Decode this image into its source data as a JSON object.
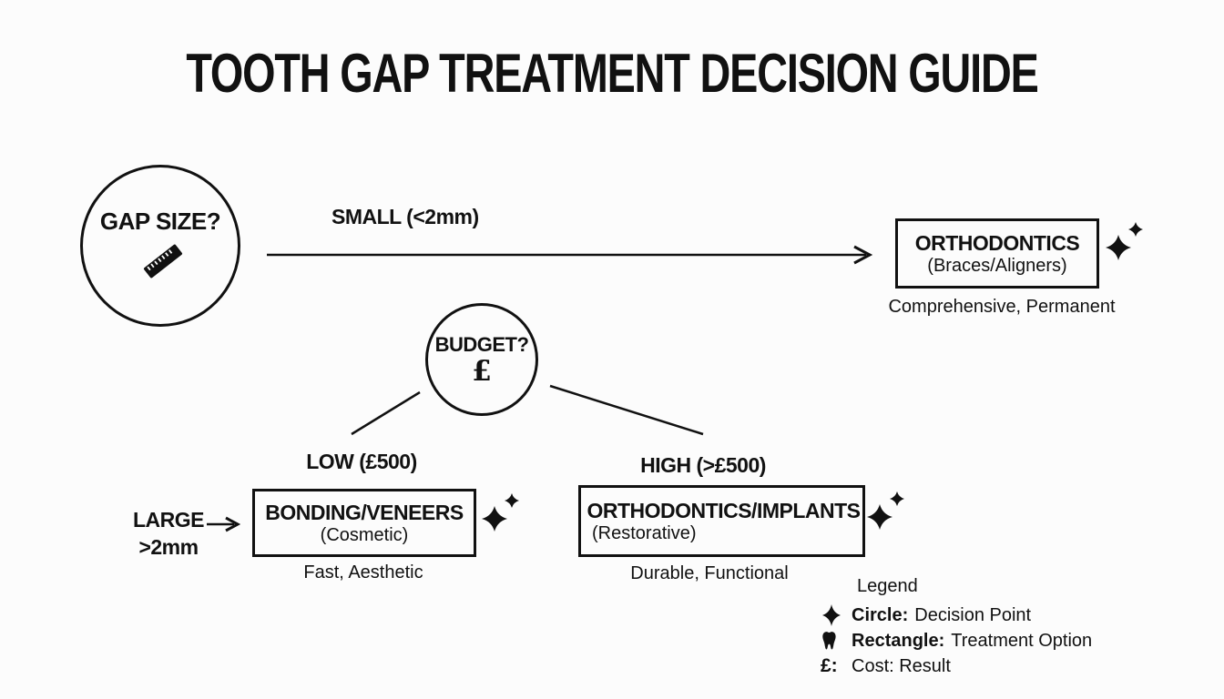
{
  "title": "TOOTH GAP TREATMENT DECISION GUIDE",
  "colors": {
    "ink": "#111111",
    "background": "#fcfcfc"
  },
  "decision_points": {
    "gap_size": {
      "label": "GAP SIZE?",
      "icon": "ruler-icon"
    },
    "budget": {
      "label": "BUDGET?",
      "currency_symbol": "£",
      "icon": "pound-symbol"
    }
  },
  "branches": {
    "small": {
      "label": "SMALL (<2mm)"
    },
    "large": {
      "line1": "LARGE",
      "line2": ">2mm"
    },
    "low": {
      "label": "LOW (£500)"
    },
    "high": {
      "label": "HIGH (>£500)"
    }
  },
  "treatments": {
    "orthodontics": {
      "title": "ORTHODONTICS",
      "subtitle": "(Braces/Aligners)",
      "note": "Comprehensive, Permanent"
    },
    "bonding": {
      "title": "BONDING/VENEERS",
      "subtitle": "(Cosmetic)",
      "note": "Fast, Aesthetic"
    },
    "implants": {
      "title": "ORTHODONTICS/IMPLANTS",
      "subtitle": "(Restorative)",
      "note": "Durable, Functional"
    }
  },
  "legend": {
    "title": "Legend",
    "items": [
      {
        "icon": "four-pointed-star-icon",
        "term": "Circle:",
        "desc": "Decision Point"
      },
      {
        "icon": "tooth-icon",
        "term": "Rectangle:",
        "desc": "Treatment Option"
      },
      {
        "icon": "pound-sign-text",
        "icon_text": "£:",
        "term": "",
        "desc": "Cost: Result"
      }
    ]
  }
}
